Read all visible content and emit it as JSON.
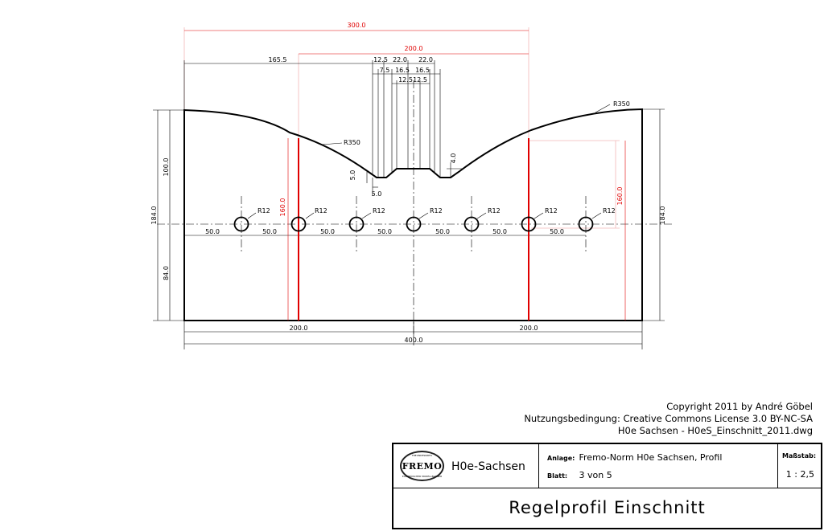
{
  "drawing": {
    "dims_black": {
      "w1655": "165.5",
      "w125a": "12.5",
      "w220a": "22.0",
      "w220b": "22.0",
      "w75": "7.5",
      "w165a": "16.5",
      "w165b": "16.5",
      "w125b": "12.5",
      "w125c": "12.5",
      "r350l": "R350",
      "r350r": "R350",
      "v50a": "5.0",
      "v50b": "5.0",
      "v40": "4.0",
      "h1000": "100.0",
      "h1840l": "184.0",
      "h840": "84.0",
      "h1840r": "184.0",
      "s1": "50.0",
      "s2": "50.0",
      "s3": "50.0",
      "s4": "50.0",
      "s5": "50.0",
      "s6": "50.0",
      "s7": "50.0",
      "b2000l": "200.0",
      "b2000r": "200.0",
      "b4000": "400.0",
      "r12a": "R12",
      "r12b": "R12",
      "r12c": "R12",
      "r12d": "R12",
      "r12e": "R12",
      "r12f": "R12",
      "r12g": "R12"
    },
    "dims_red": {
      "t3000": "300.0",
      "t2000": "200.0",
      "v1600l": "160.0",
      "v1600r": "160.0"
    }
  },
  "copyright": {
    "line1": "Copyright 2011 by André Göbel",
    "line2": "Nutzungsbedingung: Creative Commons License 3.0 BY-NC-SA",
    "line3": "H0e Sachsen - H0eS_Einschnitt_2011.dwg"
  },
  "title_block": {
    "logo": {
      "ring_top": "FREUNDESKREIS",
      "name": "FREMO",
      "ring_bottom": "EUROPÄISCHER MODELLBAHNER"
    },
    "project": "H0e-Sachsen",
    "anlage_label": "Anlage:",
    "anlage_value": "Fremo-Norm H0e Sachsen, Profil",
    "blatt_label": "Blatt:",
    "blatt_value": "3 von 5",
    "scale_label": "Maßstab:",
    "scale_value": "1 : 2,5",
    "title": "Regelprofil Einschnitt"
  },
  "colors": {
    "line": "#000000",
    "red": "#e00000",
    "pink": "#f0b0b0"
  }
}
